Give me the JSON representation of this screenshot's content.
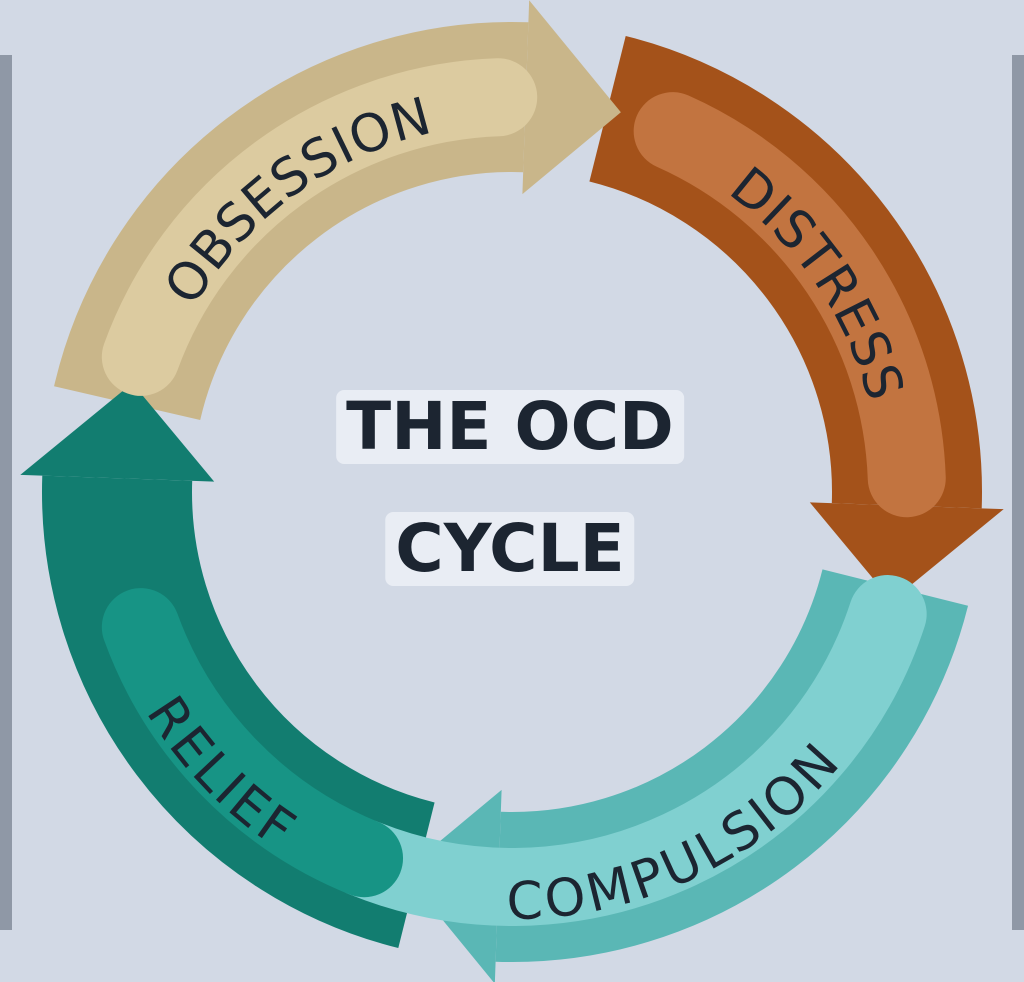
{
  "title": {
    "line1": "THE OCD",
    "line2": "CYCLE"
  },
  "stages": [
    {
      "id": "obsession",
      "label": "OBSESSION",
      "color": "#c9b68a",
      "label_bg": "#dccba0"
    },
    {
      "id": "distress",
      "label": "DISTRESS",
      "color": "#a4521a",
      "label_bg": "#c27440"
    },
    {
      "id": "compulsion",
      "label": "COMPULSION",
      "color": "#5ab7b5",
      "label_bg": "#80d0d0"
    },
    {
      "id": "relief",
      "label": "RELIEF",
      "color": "#127d70",
      "label_bg": "#179485"
    }
  ]
}
